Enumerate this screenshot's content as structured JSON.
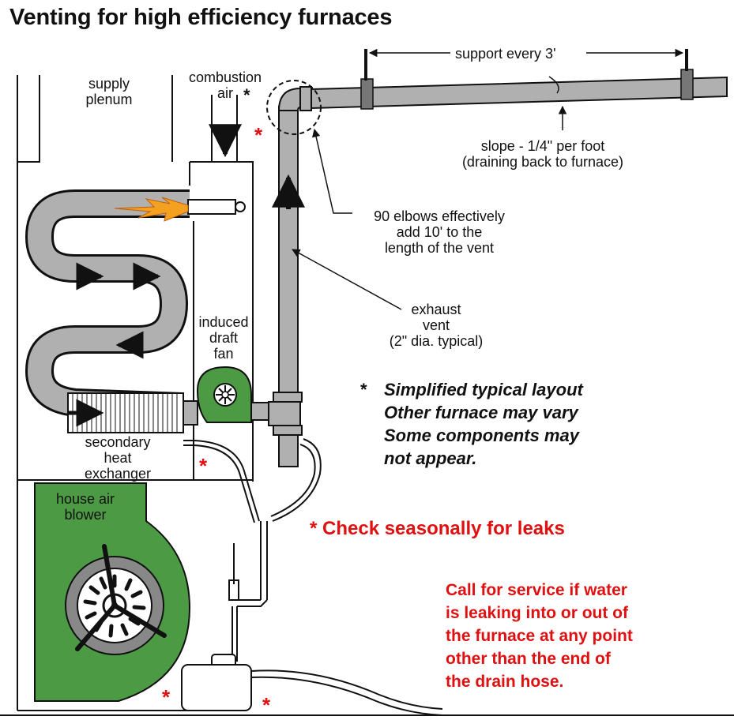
{
  "title": "Venting for high efficiency furnaces",
  "labels": {
    "supply_plenum": [
      "supply",
      "plenum"
    ],
    "combustion_air": [
      "combustion",
      "air"
    ],
    "support": "support every 3'",
    "slope": [
      "slope - 1/4\" per foot",
      "(draining back to furnace)"
    ],
    "elbows": [
      "90  elbows effectively",
      "add 10' to the",
      "length of the vent"
    ],
    "exhaust": [
      "exhaust",
      "vent",
      "(2\" dia. typical)"
    ],
    "induced_fan": [
      "induced",
      "draft",
      "fan"
    ],
    "secondary_hx": [
      "secondary",
      "heat",
      "exchanger"
    ],
    "house_blower": [
      "house air",
      "blower"
    ]
  },
  "note": {
    "marker": "*",
    "lines": [
      "Simplified typical layout",
      "Other furnace may vary",
      "Some components may",
      "not appear."
    ]
  },
  "check": "* Check seasonally for leaks",
  "call_lines": [
    "Call for service if water",
    "is leaking into or out of",
    "the furnace at any point",
    "other than the end of",
    "the drain hose."
  ],
  "asterisks": {
    "red": "*",
    "black": "*"
  },
  "colors": {
    "green": "#4c9a44",
    "pipe": "#b0b0b0",
    "outline": "#111111",
    "warning": "#e01010",
    "flame": "#f4a020"
  }
}
